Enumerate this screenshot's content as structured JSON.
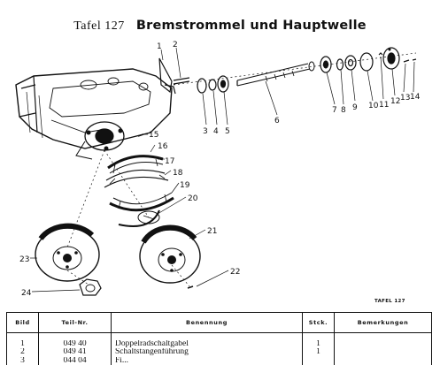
{
  "header": {
    "plate_number": "Tafel 127",
    "title": "Bremstrommel und Hauptwelle"
  },
  "drawing": {
    "callouts": [
      "1",
      "2",
      "3",
      "4",
      "5",
      "6",
      "7",
      "8",
      "9",
      "10",
      "11",
      "12",
      "13",
      "14",
      "15",
      "16",
      "17",
      "18",
      "19",
      "20",
      "21",
      "22",
      "23",
      "24"
    ],
    "plate_mark": "TAFEL 127"
  },
  "table": {
    "headers": {
      "bild": "Bild",
      "teil_nr": "Teil-Nr.",
      "benennung": "Benennung",
      "stck": "Stck.",
      "bemerkungen": "Bemerkungen"
    },
    "rows": [
      {
        "bild": "1",
        "teil_nr": "049 40",
        "benennung": "Doppelradschaltgabel",
        "stck": "1",
        "bemerkungen": ""
      },
      {
        "bild": "2",
        "teil_nr": "049 41",
        "benennung": "Schaltstangenführung",
        "stck": "1",
        "bemerkungen": ""
      },
      {
        "bild": "3",
        "teil_nr": "044 04",
        "benennung": "Fi...",
        "stck": "",
        "bemerkungen": ""
      }
    ]
  }
}
